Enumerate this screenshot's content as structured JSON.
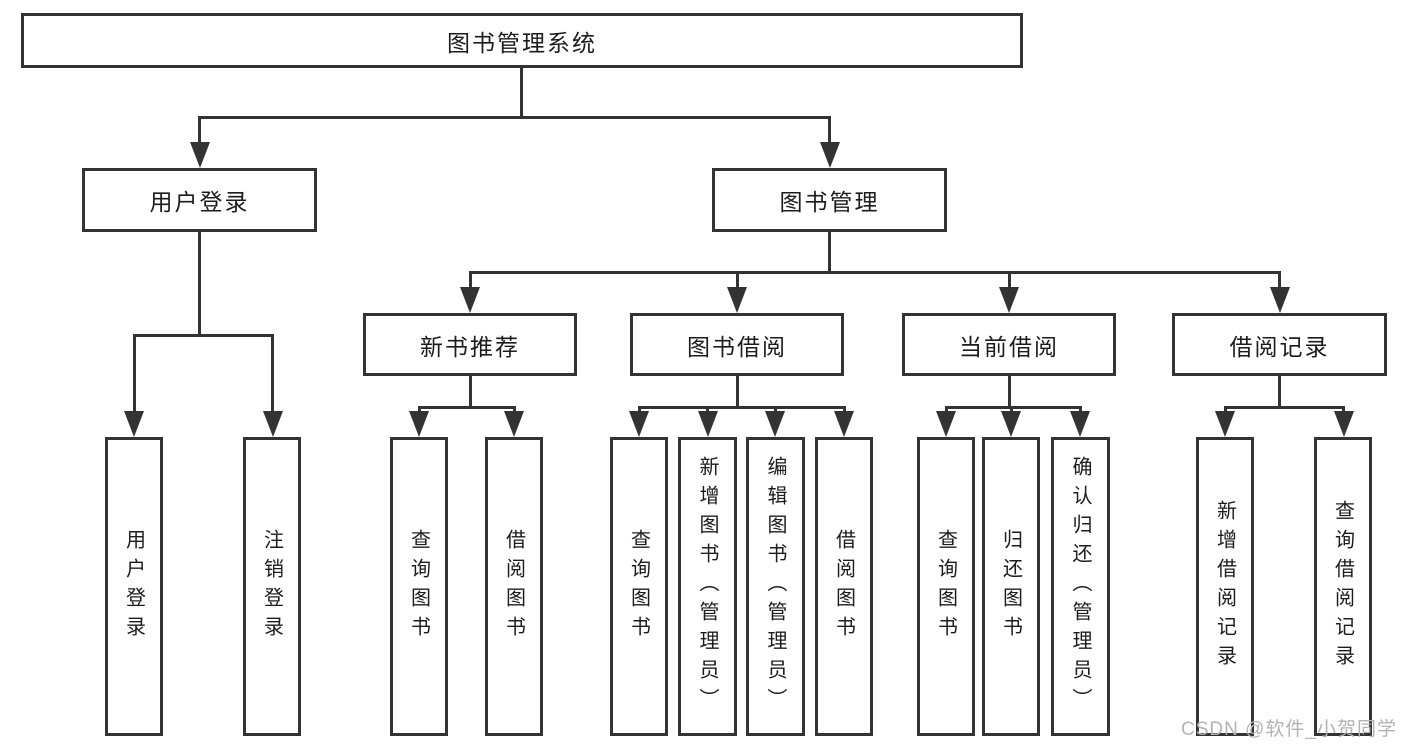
{
  "tree": {
    "root": "图书管理系统",
    "branches": [
      {
        "label": "用户登录",
        "children": [
          {
            "label": "用户登录"
          },
          {
            "label": "注销登录"
          }
        ]
      },
      {
        "label": "图书管理",
        "children": [
          {
            "label": "新书推荐",
            "children": [
              {
                "label": "查询图书"
              },
              {
                "label": "借阅图书"
              }
            ]
          },
          {
            "label": "图书借阅",
            "children": [
              {
                "label": "查询图书"
              },
              {
                "label": "新增图书（管理员）"
              },
              {
                "label": "编辑图书（管理员）"
              },
              {
                "label": "借阅图书"
              }
            ]
          },
          {
            "label": "当前借阅",
            "children": [
              {
                "label": "查询图书"
              },
              {
                "label": "归还图书"
              },
              {
                "label": "确认归还（管理员）"
              }
            ]
          },
          {
            "label": "借阅记录",
            "children": [
              {
                "label": "新增借阅记录"
              },
              {
                "label": "查询借阅记录"
              }
            ]
          }
        ]
      }
    ]
  },
  "watermark": {
    "text": "CSDN @软件_小贺同学"
  },
  "colors": {
    "line": "#333333",
    "text": "#1c1c1c",
    "watermark": "#b3b3b3",
    "background": "#ffffff"
  }
}
